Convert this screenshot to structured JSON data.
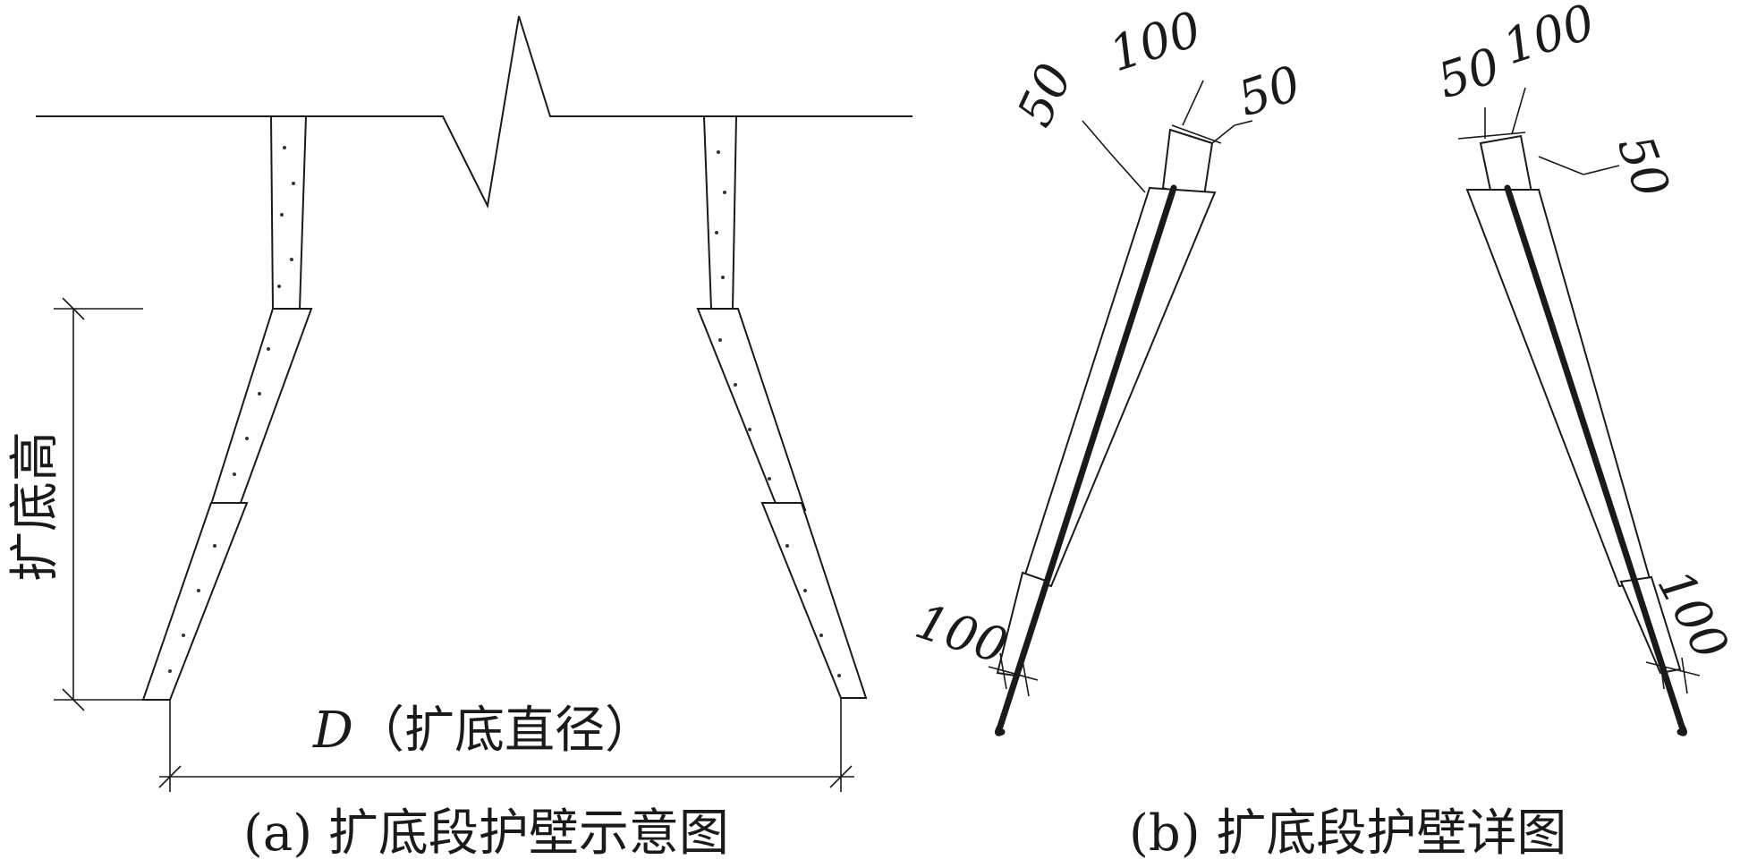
{
  "panel_a": {
    "caption": "(a) 扩底段护壁示意图",
    "label_height": "扩底高",
    "label_diameter_symbol": "D",
    "label_diameter_text": "（扩底直径）"
  },
  "panel_b": {
    "caption": "(b) 扩底段护壁详图",
    "left_dims": {
      "top_width": "100",
      "left_offset": "50",
      "right_offset": "50",
      "bottom_overlap": "100"
    },
    "right_dims": {
      "top_left": "50",
      "top_width": "100",
      "right_offset": "50",
      "bottom_overlap": "100"
    }
  }
}
